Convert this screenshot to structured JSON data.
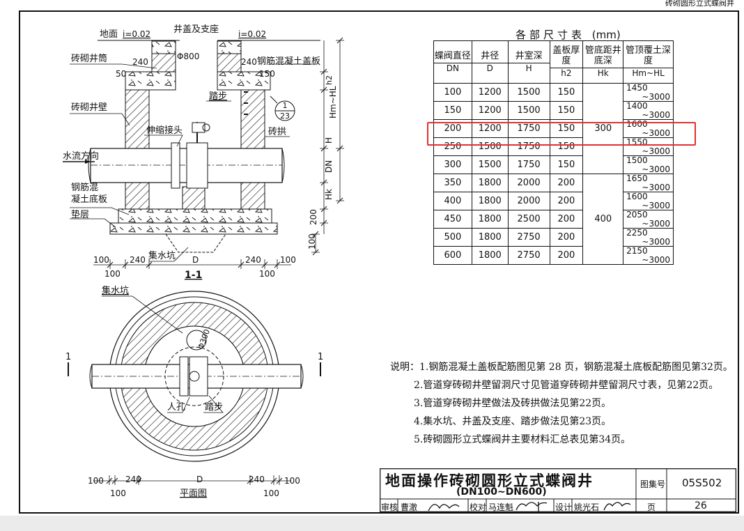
{
  "header_clip": "砖砌圆形立式蝶阀井",
  "section": {
    "title": "1-1",
    "labels": {
      "ground": "地面",
      "slope_left": "i=0.02",
      "slope_right": "i=0.02",
      "cover_support": "井盖及支座",
      "shaft": "砖砌井筒",
      "cover_slab": "钢筋混凝土盖板",
      "steps": "踏步",
      "wall": "砖砌井壁",
      "joint": "伸缩接头",
      "arch": "砖拱",
      "flow": "水流方向",
      "base_slab_1": "钢筋混",
      "base_slab_2": "凝土底板",
      "cushion": "垫层",
      "sump": "集水坑",
      "detail_top": "1",
      "detail_bottom": "23",
      "d240a": "240",
      "d240b": "240",
      "d_phi800": "Φ800",
      "d50": "50",
      "d150": "150",
      "h2": "h2",
      "hm_hl": "Hm~HL",
      "h": "H",
      "dn": "DN",
      "hk": "Hk",
      "d200": "200",
      "d100v": "100",
      "b100l": "100",
      "b240l": "240",
      "bD": "D",
      "b240r": "240",
      "b100r": "100",
      "b100l2": "100",
      "b100r2": "100"
    }
  },
  "plan": {
    "title": "平面图",
    "sump": "集水坑",
    "phi300": "Φ300",
    "manhole": "人孔",
    "steps": "踏步",
    "cut_left": "1",
    "cut_right": "1",
    "b100l": "100",
    "b240l": "240",
    "bD": "D",
    "b240r": "240",
    "b100r": "100",
    "b100l2": "100",
    "b100r2": "100"
  },
  "table": {
    "title": "各部尺寸表",
    "unit": "(mm)",
    "headers": [
      {
        "name": "蝶阀直径",
        "sym": "DN"
      },
      {
        "name": "井径",
        "sym": "D"
      },
      {
        "name": "井室深",
        "sym": "H"
      },
      {
        "name": "盖板厚度",
        "sym": "h2"
      },
      {
        "name": "管底距井底深",
        "sym": "Hk"
      },
      {
        "name": "管顶覆土深度",
        "sym": "Hm~HL"
      }
    ],
    "rows": [
      {
        "dn": "100",
        "d": "1200",
        "h": "1500",
        "h2": "150",
        "hl_top": "1450",
        "hl_bot": "~3000"
      },
      {
        "dn": "150",
        "d": "1200",
        "h": "1500",
        "h2": "150",
        "hl_top": "1400",
        "hl_bot": "~3000"
      },
      {
        "dn": "200",
        "d": "1200",
        "h": "1750",
        "h2": "150",
        "hl_top": "1600",
        "hl_bot": "~3000"
      },
      {
        "dn": "250",
        "d": "1500",
        "h": "1750",
        "h2": "150",
        "hl_top": "1550",
        "hl_bot": "~3000"
      },
      {
        "dn": "300",
        "d": "1500",
        "h": "1750",
        "h2": "150",
        "hl_top": "1500",
        "hl_bot": "~3000"
      },
      {
        "dn": "350",
        "d": "1800",
        "h": "2000",
        "h2": "200",
        "hl_top": "1650",
        "hl_bot": "~3000"
      },
      {
        "dn": "400",
        "d": "1800",
        "h": "2000",
        "h2": "200",
        "hl_top": "1600",
        "hl_bot": "~3000"
      },
      {
        "dn": "450",
        "d": "1800",
        "h": "2500",
        "h2": "200",
        "hl_top": "2050",
        "hl_bot": "~3000"
      },
      {
        "dn": "500",
        "d": "1800",
        "h": "2750",
        "h2": "200",
        "hl_top": "2250",
        "hl_bot": "~3000"
      },
      {
        "dn": "600",
        "d": "1800",
        "h": "2750",
        "h2": "200",
        "hl_top": "2150",
        "hl_bot": "~3000"
      }
    ],
    "hk_group1": "300",
    "hk_group2": "400",
    "highlight_color": "#e03030"
  },
  "notes": [
    "说明：1.钢筋混凝土盖板配筋图见第 28 页，钢筋混凝土底板配筋图见第32页。",
    "2.管道穿砖砌井壁留洞尺寸见管道穿砖砌井壁留洞尺寸表，见第22页。",
    "3.管道穿砖砌井壁做法及砖拱做法见第22页。",
    "4.集水坑、井盖及支座、踏步做法见第23页。",
    "5.砖砌圆形立式蝶阀井主要材料汇总表见第34页。"
  ],
  "titleblock": {
    "title": "地面操作砖砌圆形立式蝶阀井",
    "subtitle": "(DN100~DN600)",
    "atlas_label": "图集号",
    "atlas_no": "05S502",
    "page_label": "页",
    "page_no": "26",
    "review_label": "审核",
    "review_name": "曹澈",
    "check_label": "校对",
    "check_name": "马连魁",
    "design_label": "设计",
    "design_name": "姚光石"
  }
}
